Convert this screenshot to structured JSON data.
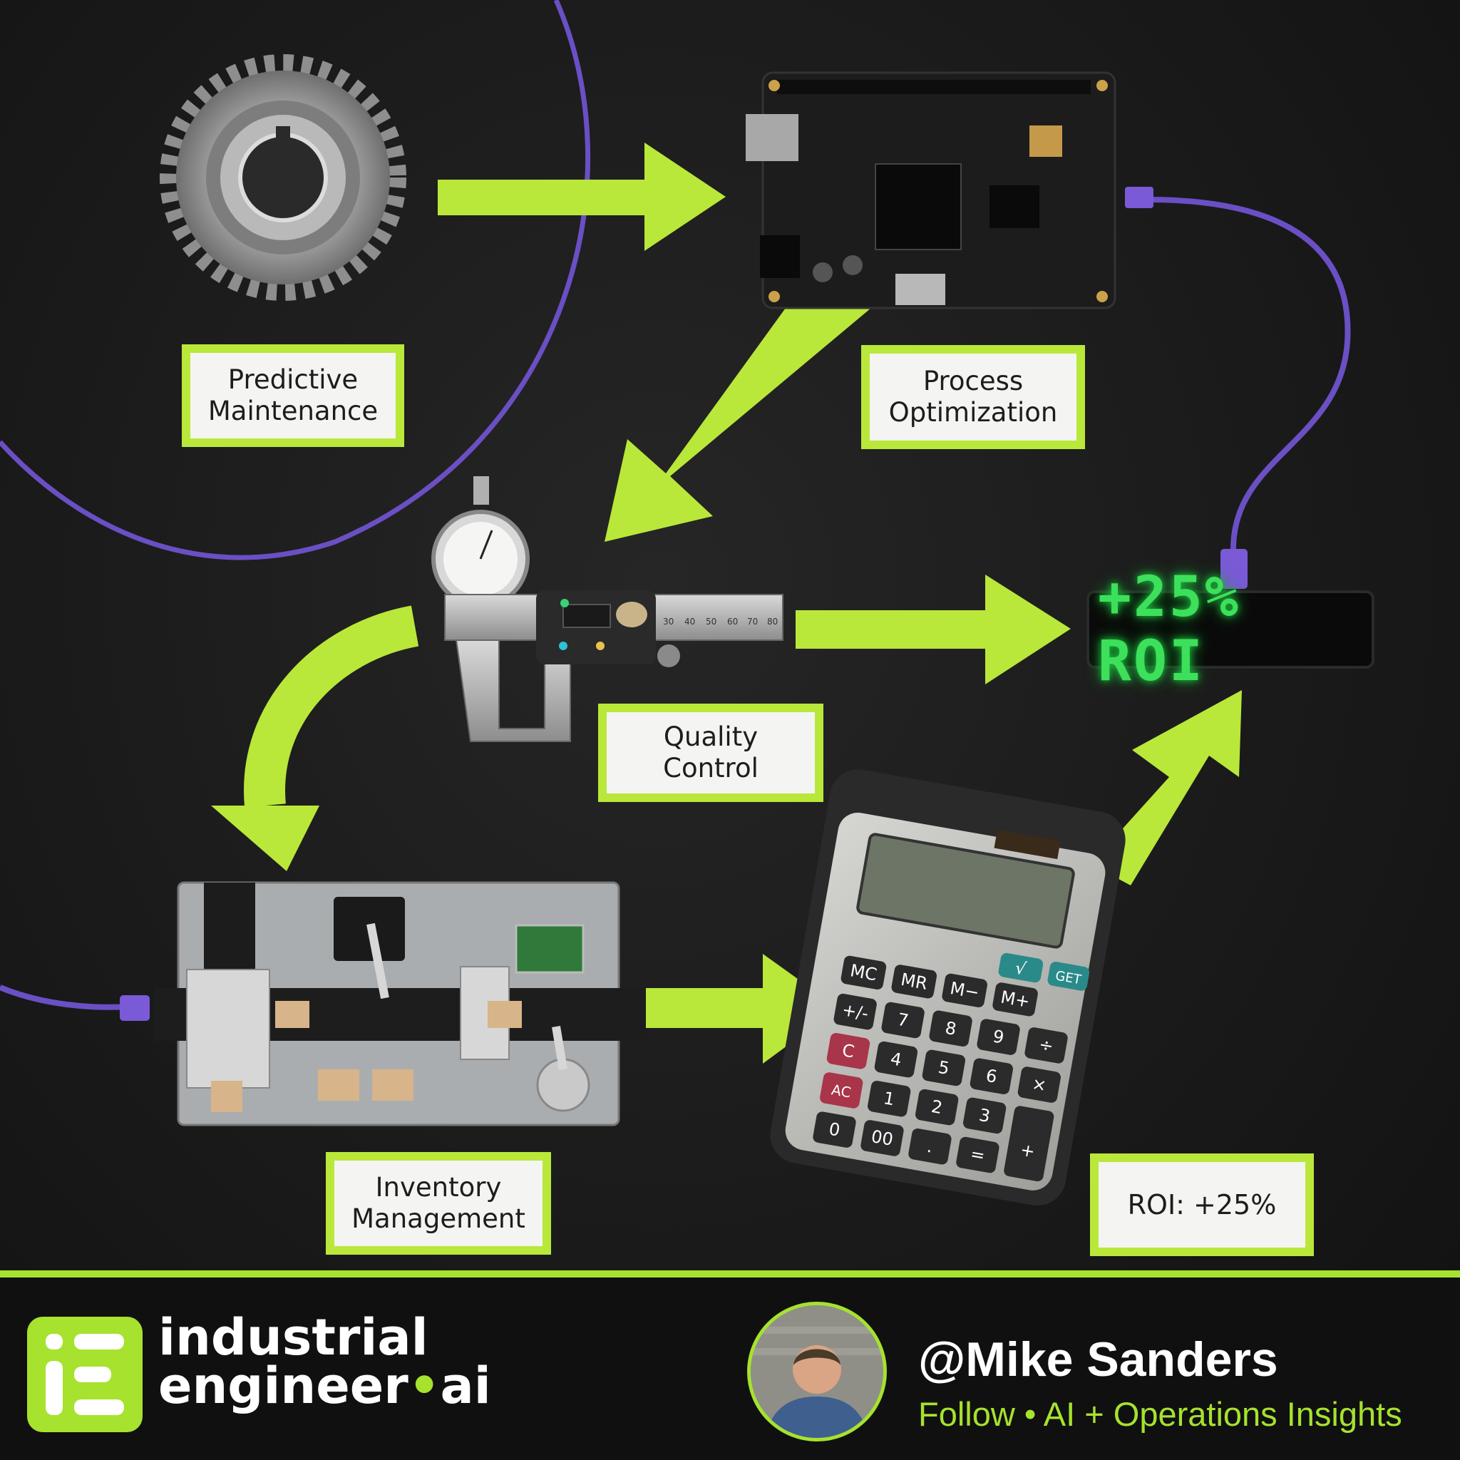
{
  "steps": {
    "predictive_maintenance": {
      "line1": "Predictive",
      "line2": "Maintenance"
    },
    "process_optimization": {
      "line1": "Process",
      "line2": "Optimization"
    },
    "quality_control": {
      "line1": "Quality",
      "line2": "Control"
    },
    "inventory_management": {
      "line1": "Inventory",
      "line2": "Management"
    },
    "roi": {
      "text": "ROI: +25%"
    }
  },
  "led_display": {
    "text": "+25% ROI"
  },
  "calculator": {
    "memory_row": [
      "MC",
      "MR",
      "M−",
      "M+"
    ],
    "keys": [
      "+/-",
      "7",
      "8",
      "9",
      "÷",
      "C",
      "4",
      "5",
      "6",
      "×",
      "AC",
      "1",
      "2",
      "3",
      "−",
      "0",
      "00",
      ".",
      "=",
      "+"
    ],
    "function_keys": [
      "√",
      "GET"
    ]
  },
  "caliper": {
    "scale_numbers": [
      "30",
      "40",
      "50",
      "60",
      "70",
      "80"
    ]
  },
  "footer": {
    "brand_line1": "industrial",
    "brand_line2": "engineer",
    "brand_dot": "•",
    "brand_line2_suffix": "ai",
    "handle": "@Mike Sanders",
    "tagline": "Follow • AI + Operations Insights"
  },
  "colors": {
    "accent_green": "#a6e22e",
    "cable_purple": "#6b4fc4",
    "led_green": "#3de05a",
    "background": "#1a1a1a"
  }
}
